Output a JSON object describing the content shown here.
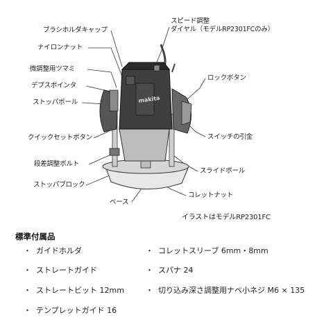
{
  "diagram": {
    "labels": {
      "brush_holder_cap": "ブラシホルダキャップ",
      "nylon_nut": "ナイロンナット",
      "fine_adjust_knob": "微調整用ツマミ",
      "depth_pointer": "デプスポインタ",
      "stopper_pole": "ストッパポール",
      "quick_set_button": "クイックセットボタン",
      "step_adjust_bolt": "段差調整ボルト",
      "stopper_block": "ストッパブロック",
      "base": "ベース",
      "speed_dial_line1": "スピード調整",
      "speed_dial_line2": "ダイヤル（モデルRP2301FCのみ）",
      "lock_button": "ロックボタン",
      "switch_trigger": "スイッチの引金",
      "slide_pole": "スライドポール",
      "collet_nut": "コレットナット"
    },
    "brand": "makita",
    "illustration_note": "イラストはモデルRP2301FC"
  },
  "accessories": {
    "title": "標準付属品",
    "bullet": "・",
    "items": [
      "ガイドホルダ",
      "コレットスリーブ 6mm・8mm",
      "ストレートガイド",
      "スパナ 24",
      "ストレートビット 12mm",
      "切り込み深さ調整用ナベ小ネジ M6 × 135",
      "テンプレットガイド 16"
    ]
  }
}
